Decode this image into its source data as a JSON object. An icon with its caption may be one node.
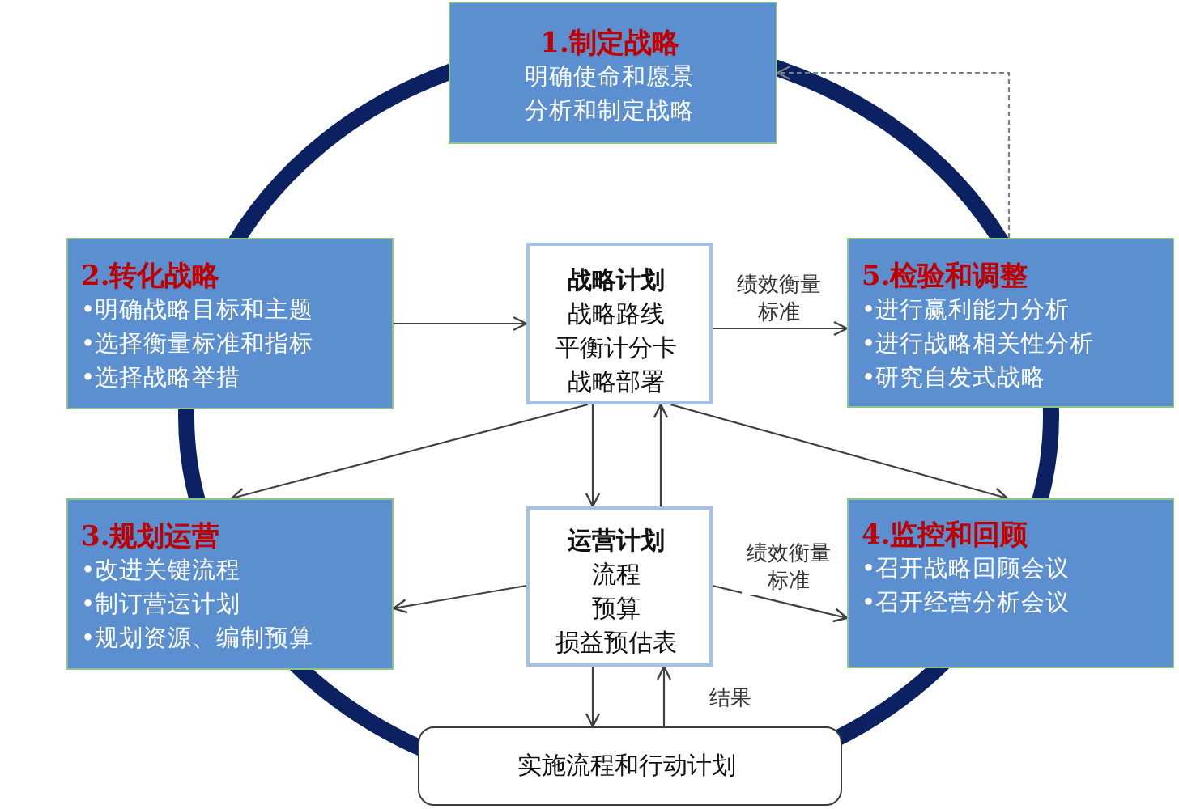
{
  "diagram": {
    "nodes": [
      {
        "text": [
          "1.制定战略",
          "明确使命和愿景",
          "分析和制定战略"
        ]
      },
      {
        "text": [
          "2.转化战略",
          "•明确战略目标和主题",
          "•选择衡量标准和指标",
          "•选择战略举措"
        ]
      },
      {
        "text": [
          "战略计划",
          "战略路线",
          "平衡计分卡",
          "战略部署"
        ]
      },
      {
        "text": [
          "5.检验和调整",
          "•进行赢利能力分析",
          "•进行战略相关性分析",
          "•研究自发式战略"
        ]
      },
      {
        "text": [
          "3.规划运营",
          "•改进关键流程",
          "•制订营运计划",
          "•规划资源、编制预算"
        ]
      },
      {
        "text": [
          "运营计划",
          "流程",
          "预算",
          "损益预估表"
        ]
      },
      {
        "text": [
          "4.监控和回顾",
          "•召开战略回顾会议",
          "•召开经营分析会议"
        ]
      },
      {
        "text": [
          "实施流程和行动计划"
        ]
      }
    ],
    "edges": [
      {
        "from": 1,
        "to": 2,
        "arrow": "to"
      },
      {
        "from": 2,
        "to": 3,
        "arrow": "to",
        "label": "绩效衡量标准"
      },
      {
        "from": 2,
        "to": 4,
        "arrow": "to"
      },
      {
        "from": 2,
        "to": 5,
        "arrow": "to"
      },
      {
        "from": 5,
        "to": 2,
        "arrow": "to"
      },
      {
        "from": 2,
        "to": 6,
        "arrow": "to"
      },
      {
        "from": 5,
        "to": 4,
        "arrow": "to"
      },
      {
        "from": 5,
        "to": 6,
        "arrow": "to",
        "label": "绩效衡量标准"
      },
      {
        "from": 5,
        "to": 7,
        "arrow": "to"
      },
      {
        "from": 7,
        "to": 5,
        "arrow": "to",
        "label": "结果"
      },
      {
        "from": 3,
        "to": 0,
        "arrow": "to",
        "style": "dashed",
        "color": "#7f7f7f"
      }
    ]
  }
}
